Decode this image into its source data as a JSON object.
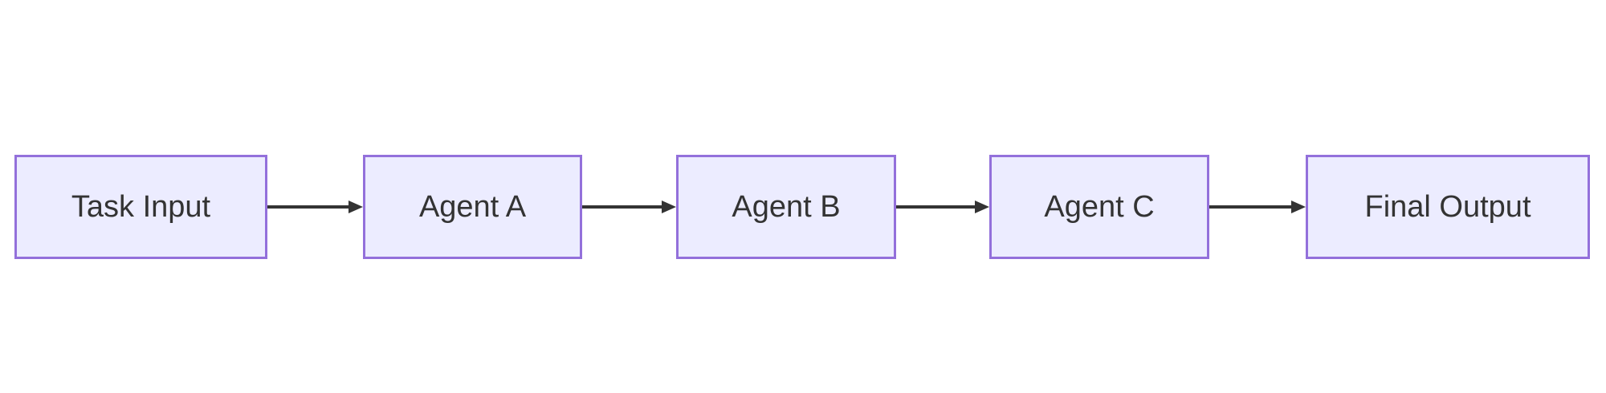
{
  "diagram": {
    "type": "flowchart",
    "direction": "left-to-right",
    "colors": {
      "fill": "#ECECFF",
      "stroke": "#9370DB",
      "text": "#333333",
      "arrow": "#333333",
      "background": "#ffffff"
    },
    "nodes": [
      {
        "id": "task-input",
        "label": "Task Input"
      },
      {
        "id": "agent-a",
        "label": "Agent A"
      },
      {
        "id": "agent-b",
        "label": "Agent B"
      },
      {
        "id": "agent-c",
        "label": "Agent C"
      },
      {
        "id": "final-output",
        "label": "Final Output"
      }
    ],
    "edges": [
      {
        "from": "task-input",
        "to": "agent-a"
      },
      {
        "from": "agent-a",
        "to": "agent-b"
      },
      {
        "from": "agent-b",
        "to": "agent-c"
      },
      {
        "from": "agent-c",
        "to": "final-output"
      }
    ]
  }
}
